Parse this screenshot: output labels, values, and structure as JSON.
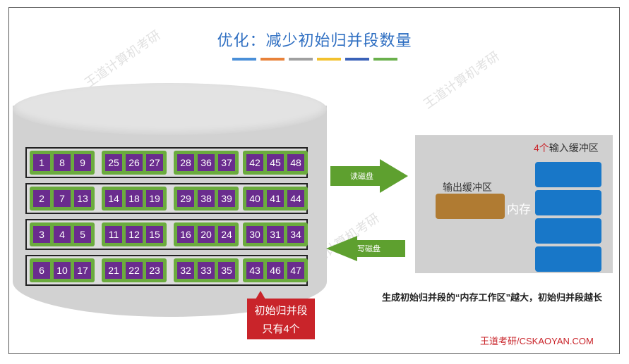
{
  "title": "优化：减少初始归并段数量",
  "title_bar_colors": [
    "#4a8fd8",
    "#e8823a",
    "#a0a0a0",
    "#f2c12e",
    "#3a62b8",
    "#6ab04c"
  ],
  "colors": {
    "cell": "#6a2c8e",
    "group": "#6bab3e",
    "disk": "#d2d2d2",
    "arrow": "#5ea02f",
    "output_buffer": "#b07b32",
    "input_buffer": "#1877c8",
    "callout": "#c9242a",
    "accent_red": "#c9242a"
  },
  "disk": {
    "rows": [
      [
        [
          "1",
          "8",
          "9"
        ],
        [
          "25",
          "26",
          "27"
        ],
        [
          "28",
          "36",
          "37"
        ],
        [
          "42",
          "45",
          "48"
        ]
      ],
      [
        [
          "2",
          "7",
          "13"
        ],
        [
          "14",
          "18",
          "19"
        ],
        [
          "29",
          "38",
          "39"
        ],
        [
          "40",
          "41",
          "44"
        ]
      ],
      [
        [
          "3",
          "4",
          "5"
        ],
        [
          "11",
          "12",
          "15"
        ],
        [
          "16",
          "20",
          "24"
        ],
        [
          "30",
          "31",
          "34"
        ]
      ],
      [
        [
          "6",
          "10",
          "17"
        ],
        [
          "21",
          "22",
          "23"
        ],
        [
          "32",
          "33",
          "35"
        ],
        [
          "43",
          "46",
          "47"
        ]
      ]
    ]
  },
  "arrows": {
    "read": "读磁盘",
    "write": "写磁盘"
  },
  "memory": {
    "input_count": "4个",
    "input_label": "输入缓冲区",
    "output_label": "输出缓冲区",
    "memory_label": "内存"
  },
  "note": "生成初始归并段的“内存工作区”越大，初始归并段越长",
  "callout": {
    "line1": "初始归并段",
    "line2": "只有4个"
  },
  "footer": "王道考研/CSKAOYAN.COM",
  "watermark": "王道计算机考研"
}
